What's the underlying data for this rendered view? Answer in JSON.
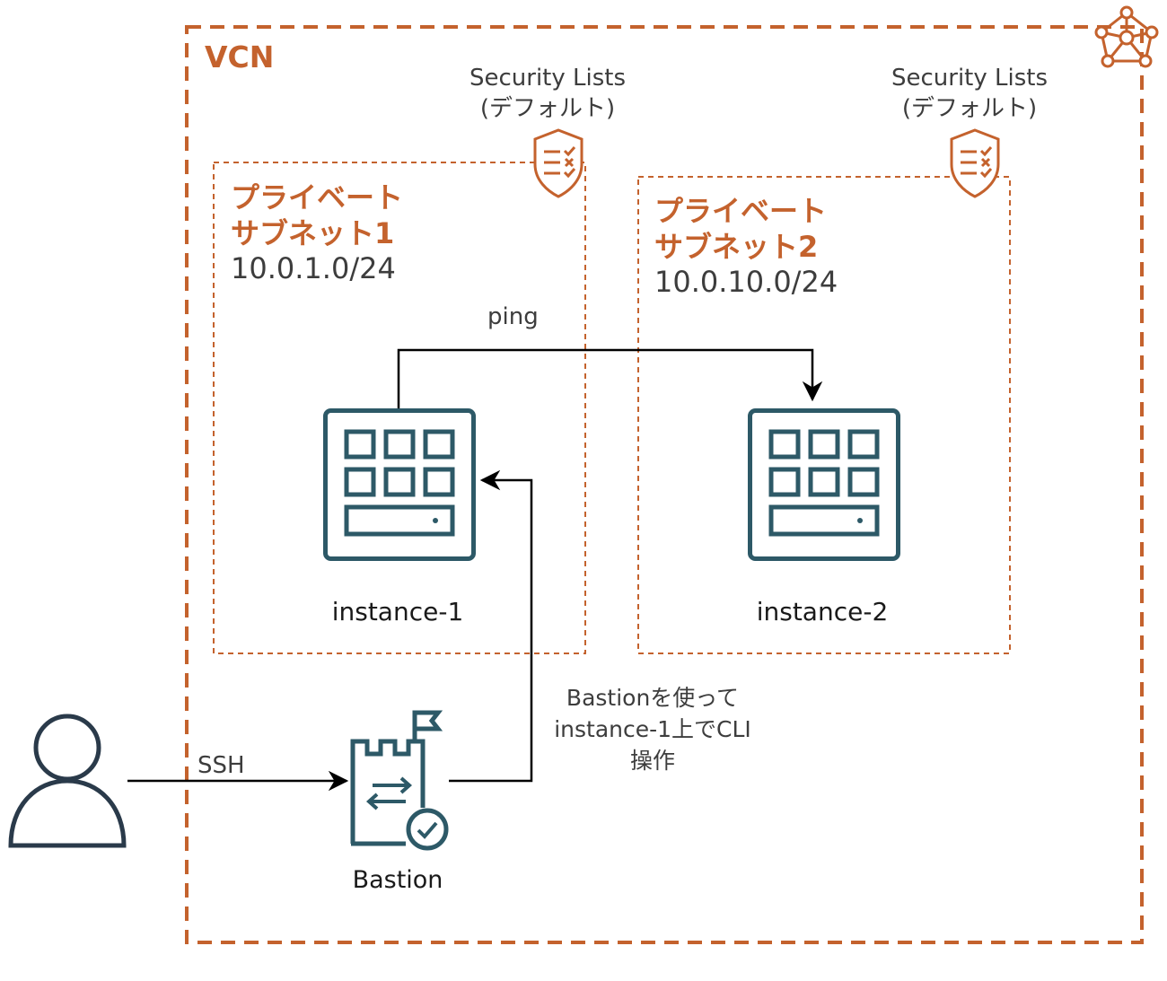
{
  "vcn": {
    "title": "VCN",
    "icon": "network-icon",
    "border_color": "#c4622d"
  },
  "subnets": [
    {
      "name_line1": "プライベート",
      "name_line2": "サブネット1",
      "cidr": "10.0.1.0/24",
      "security_list": {
        "line1": "Security Lists",
        "line2": "(デフォルト)",
        "icon": "security-list-icon"
      },
      "instance": {
        "label": "instance-1",
        "icon": "compute-instance-icon"
      }
    },
    {
      "name_line1": "プライベート",
      "name_line2": "サブネット2",
      "cidr": "10.0.10.0/24",
      "security_list": {
        "line1": "Security Lists",
        "line2": "(デフォルト)",
        "icon": "security-list-icon"
      },
      "instance": {
        "label": "instance-2",
        "icon": "compute-instance-icon"
      }
    }
  ],
  "bastion": {
    "label": "Bastion",
    "icon": "bastion-icon"
  },
  "user": {
    "icon": "user-icon"
  },
  "edges": {
    "ping_label": "ping",
    "ssh_label": "SSH",
    "bastion_note": "Bastionを使ってinstance-1上でCLI操作"
  },
  "colors": {
    "oci_orange": "#c4622d",
    "icon_teal": "#2d5967",
    "user_navy": "#2a3a4a",
    "line": "#000000"
  }
}
